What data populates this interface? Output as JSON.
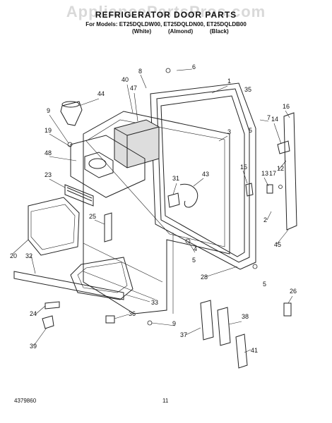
{
  "header": {
    "watermark": "AppliancePartsPros.com",
    "title": "REFRIGERATOR DOOR PARTS",
    "models_line": "For Models: ET25DQLDW00, ET25DQLDN00, ET25DQLDB00",
    "colours": [
      "(White)",
      "(Almond)",
      "(Black)"
    ]
  },
  "callouts": [
    "1",
    "2",
    "3",
    "4",
    "5",
    "5",
    "5",
    "6",
    "7",
    "8",
    "9",
    "9",
    "12",
    "13",
    "14",
    "15",
    "16",
    "17",
    "19",
    "20",
    "23",
    "24",
    "25",
    "26",
    "28",
    "31",
    "32",
    "33",
    "35",
    "36",
    "37",
    "38",
    "39",
    "40",
    "41",
    "43",
    "44",
    "45",
    "47",
    "48"
  ],
  "footer": {
    "doc_number": "4379860",
    "page": "11"
  }
}
